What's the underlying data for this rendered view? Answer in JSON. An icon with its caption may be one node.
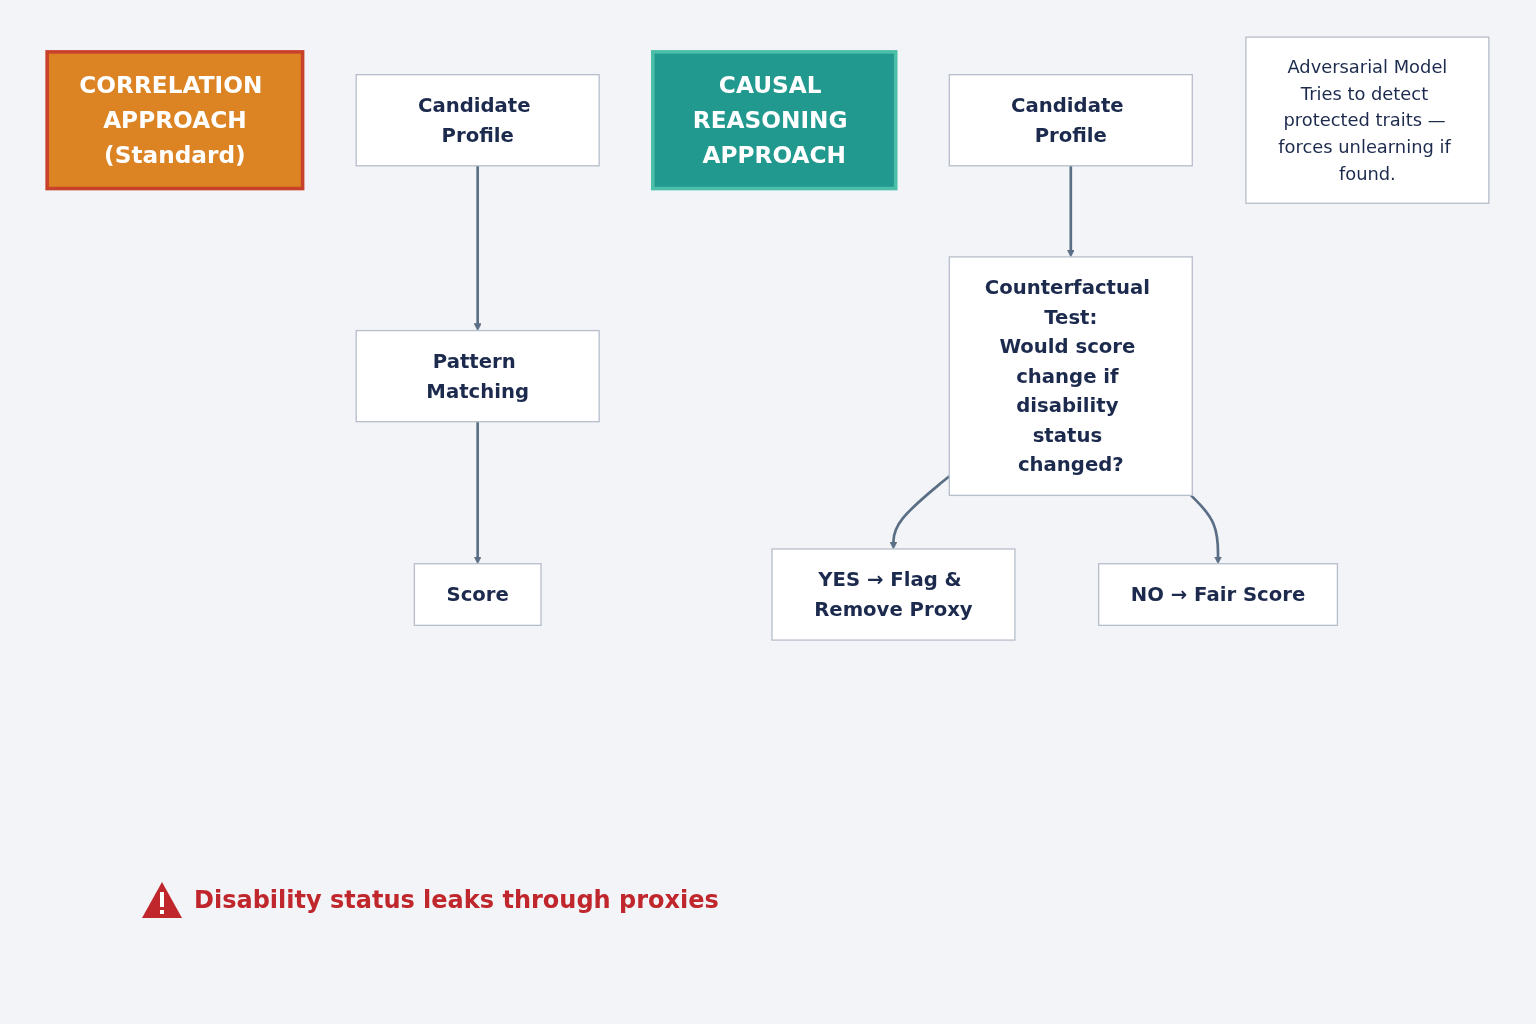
{
  "diagram": {
    "nodes": [
      {
        "text": [
          "CORRELATION APPROACH",
          "(Standard)"
        ]
      },
      {
        "text": [
          "Candidate Profile"
        ]
      },
      {
        "text": [
          "Pattern Matching"
        ]
      },
      {
        "text": [
          "Score"
        ]
      },
      {
        "text": [
          "CAUSAL REASONING APPROACH"
        ]
      },
      {
        "text": [
          "Candidate Profile"
        ]
      },
      {
        "text": [
          "Counterfactual Test:",
          "Would score change if disability status changed?"
        ]
      },
      {
        "text": [
          "YES → Flag & Remove Proxy"
        ]
      },
      {
        "text": [
          "NO → Fair Score"
        ]
      },
      {
        "text": [
          "Adversarial Model",
          "Tries to detect protected traits — forces unlearning if found."
        ]
      }
    ],
    "edges": [
      {
        "from": 1,
        "to": 2,
        "arrow": "to"
      },
      {
        "from": 2,
        "to": 3,
        "arrow": "to"
      },
      {
        "from": 5,
        "to": 6,
        "arrow": "to"
      },
      {
        "from": 6,
        "to": 7,
        "arrow": "to"
      },
      {
        "from": 6,
        "to": 8,
        "arrow": "to"
      }
    ],
    "labels": [
      "Disability status leaks through proxies"
    ]
  }
}
